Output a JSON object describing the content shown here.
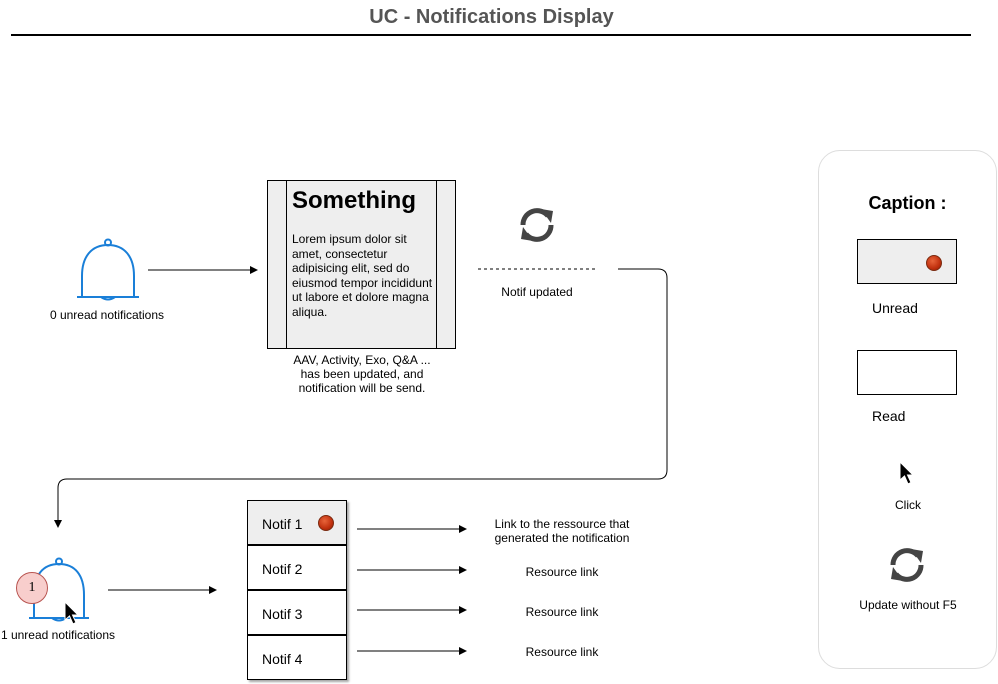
{
  "title": "UC - Notifications Display",
  "top_flow": {
    "bell_label": "0 unread notifications",
    "doc_heading": "Something",
    "doc_body": "Lorem ipsum dolor sit amet, consectetur adipisicing elit, sed do eiusmod tempor incididunt ut labore et dolore magna aliqua.",
    "doc_caption_lines": [
      "AAV, Activity, Exo, Q&A ...",
      "has been updated, and",
      "notification will be send."
    ],
    "refresh_label": "Notif updated"
  },
  "bottom_flow": {
    "bell_label": "1 unread notifications",
    "badge_count": "1",
    "notifs": [
      {
        "label": "Notif 1",
        "unread": true
      },
      {
        "label": "Notif 2",
        "unread": false
      },
      {
        "label": "Notif 3",
        "unread": false
      },
      {
        "label": "Notif 4",
        "unread": false
      }
    ],
    "links": [
      {
        "lines": [
          "Link to the ressource that",
          "generated the notification"
        ]
      },
      {
        "lines": [
          "Resource link"
        ]
      },
      {
        "lines": [
          "Resource link"
        ]
      },
      {
        "lines": [
          "Resource link"
        ]
      }
    ]
  },
  "caption": {
    "title": "Caption :",
    "unread_label": "Unread",
    "read_label": "Read",
    "click_label": "Click",
    "refresh_label": "Update without F5"
  },
  "colors": {
    "bell": "#1a7fd8",
    "unread_fill": "#eeeeee",
    "dot": "#c0300e",
    "badge_fill": "#f8cecc",
    "badge_stroke": "#b85450",
    "refresh_icon": "#444444"
  },
  "icons": [
    "bell-icon",
    "refresh-icon",
    "cursor-icon",
    "red-dot-icon"
  ]
}
